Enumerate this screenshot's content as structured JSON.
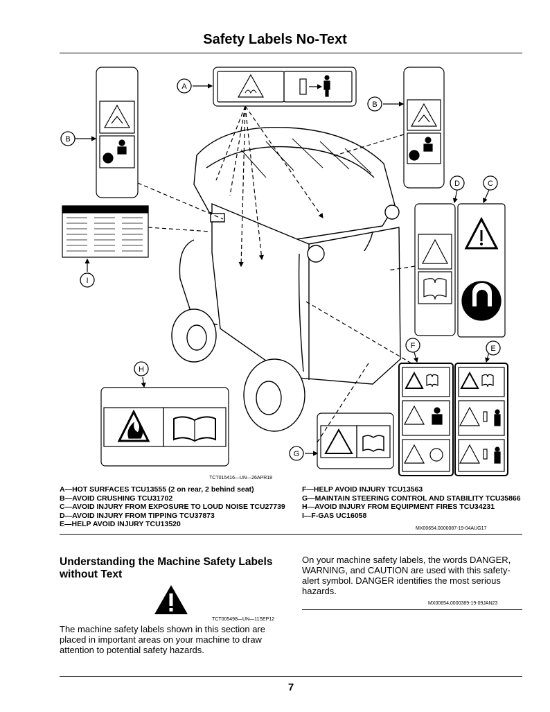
{
  "page_title": "Safety Labels No-Text",
  "figure": {
    "callouts": [
      "A",
      "B",
      "B",
      "C",
      "D",
      "E",
      "F",
      "G",
      "H",
      "I"
    ],
    "figure_id": "TCT015416—UN—26APR18"
  },
  "legend": {
    "left": [
      "A—HOT SURFACES TCU13555 (2 on rear, 2 behind seat)",
      "B—AVOID CRUSHING TCU31702",
      "C—AVOID INJURY FROM EXPOSURE TO LOUD NOISE TCU27739",
      "D—AVOID INJURY FROM TIPPING TCU37873",
      "E—HELP AVOID INJURY TCU13520"
    ],
    "right": [
      "F—HELP AVOID INJURY TCU13563",
      "G—MAINTAIN STEERING CONTROL AND STABILITY TCU35866",
      "H—AVOID INJURY FROM EQUIPMENT FIRES TCU34231",
      "I—F-GAS UC16058"
    ],
    "ref": "MX00654,0000087-19-04AUG17"
  },
  "section": {
    "heading": "Understanding the Machine Safety Labels without Text",
    "icon_id": "TCT005498—UN—11SEP12",
    "left_paragraph": "The machine safety labels shown in this section are placed in important areas on your machine to draw attention to potential safety hazards.",
    "right_paragraph": "On your machine safety labels, the words DANGER, WARNING, and CAUTION are used with this safety-alert symbol. DANGER identifies the most serious hazards.",
    "ref": "MX00654,0000389-19-09JAN23"
  },
  "page_number": "7",
  "icons": [
    "warning-triangle-icon",
    "manual-book-icon",
    "hot-surface-icon",
    "crush-icon",
    "hearing-protection-icon",
    "fire-icon",
    "tipping-icon",
    "keep-distance-icon"
  ]
}
